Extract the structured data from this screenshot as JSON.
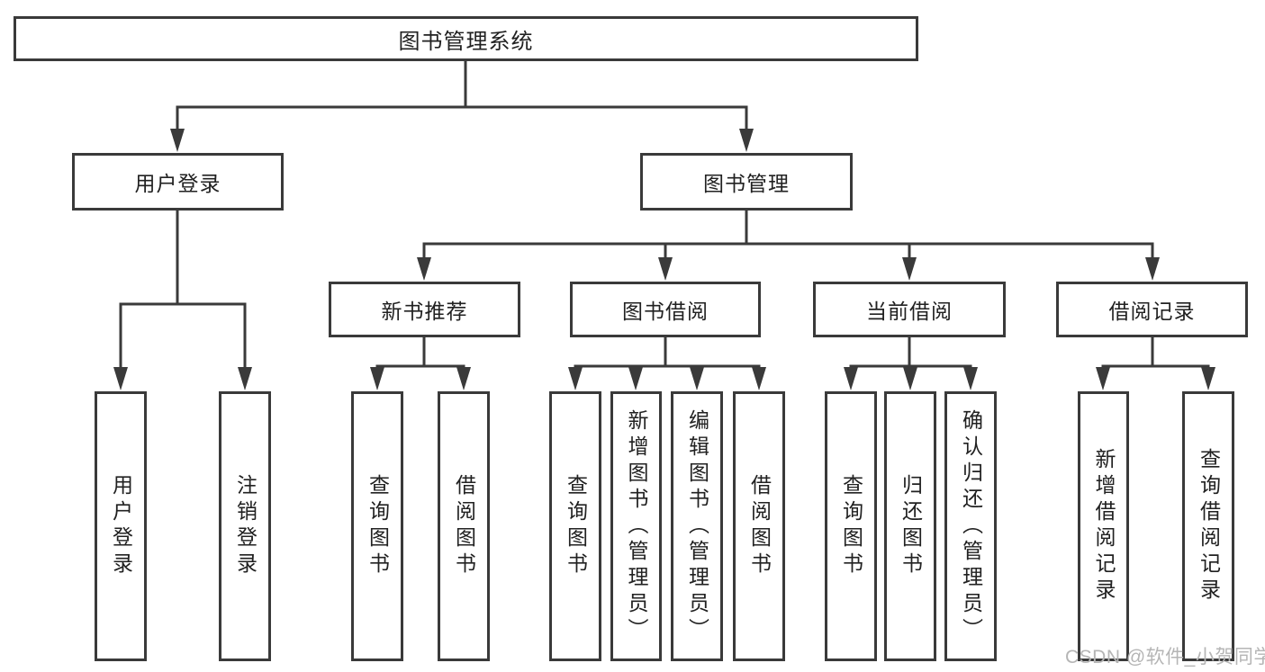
{
  "tree": {
    "label": "图书管理系统",
    "children": [
      {
        "label": "用户登录",
        "children": [
          {
            "label": "用户登录"
          },
          {
            "label": "注销登录"
          }
        ]
      },
      {
        "label": "图书管理",
        "children": [
          {
            "label": "新书推荐",
            "children": [
              {
                "label": "查询图书"
              },
              {
                "label": "借阅图书"
              }
            ]
          },
          {
            "label": "图书借阅",
            "children": [
              {
                "label": "查询图书"
              },
              {
                "label": "新增图书（管理员）"
              },
              {
                "label": "编辑图书（管理员）"
              },
              {
                "label": "借阅图书"
              }
            ]
          },
          {
            "label": "当前借阅",
            "children": [
              {
                "label": "查询图书"
              },
              {
                "label": "归还图书"
              },
              {
                "label": "确认归还（管理员）"
              }
            ]
          },
          {
            "label": "借阅记录",
            "children": [
              {
                "label": "新增借阅记录"
              },
              {
                "label": "查询借阅记录"
              }
            ]
          }
        ]
      }
    ]
  },
  "watermark": "CSDN @软件_小贺同学",
  "colors": {
    "line": "#3a3a3a",
    "text": "#212121",
    "watermark": "#b5b5b5",
    "background": "#ffffff"
  }
}
